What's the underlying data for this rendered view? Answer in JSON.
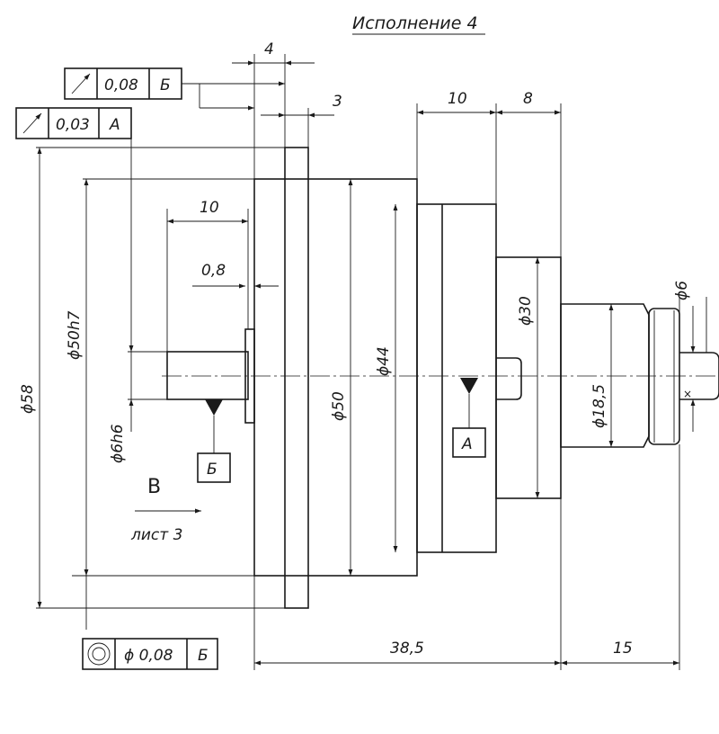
{
  "title": "Исполнение 4",
  "dimensions": {
    "d4": "4",
    "d3": "3",
    "d10_top": "10",
    "d8": "8",
    "d10_left": "10",
    "d0_8": "0,8",
    "d58": "ϕ58",
    "d50h7": "ϕ50h7",
    "d6h6": "ϕ6h6",
    "d50": "ϕ50",
    "d44": "ϕ44",
    "d30": "ϕ30",
    "d18_5": "ϕ18,5",
    "d6": "ϕ6",
    "d38_5": "38,5",
    "d15": "15"
  },
  "tolerance_frames": {
    "runout_b": {
      "symbol": "circular-runout",
      "value": "0,08",
      "datum": "Б"
    },
    "runout_a": {
      "symbol": "circular-runout",
      "value": "0,03",
      "datum": "А"
    },
    "coaxiality": {
      "symbol": "concentricity",
      "value": "ϕ 0,08",
      "datum": "Б"
    }
  },
  "datums": {
    "b": "Б",
    "a": "А"
  },
  "view": {
    "letter": "В",
    "sheet": "лист 3"
  }
}
